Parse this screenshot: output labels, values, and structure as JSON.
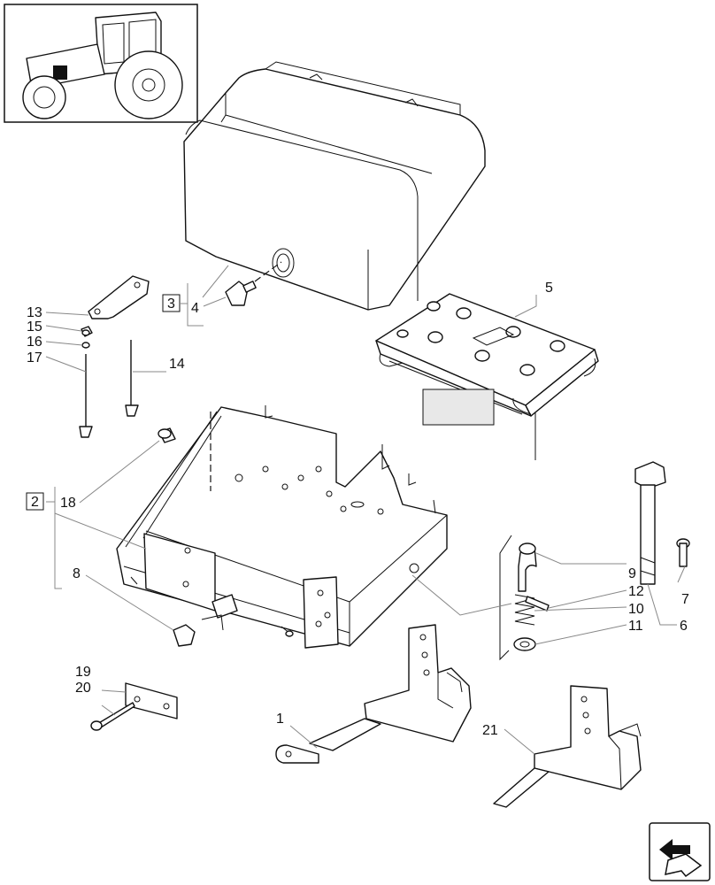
{
  "callouts": {
    "c1": "1",
    "c2": "2",
    "c3": "3",
    "c4": "4",
    "c5": "5",
    "c6": "6",
    "c7": "7",
    "c8": "8",
    "c9": "9",
    "c10": "10",
    "c11": "11",
    "c12": "12",
    "c13": "13",
    "c14": "14",
    "c15": "15",
    "c16": "16",
    "c17": "17",
    "c18": "18",
    "c19": "19",
    "c20": "20",
    "c21": "21"
  },
  "icons": {
    "thumbnail": "tractor-thumbnail-icon",
    "navigation": "next-page-arrow-icon"
  }
}
